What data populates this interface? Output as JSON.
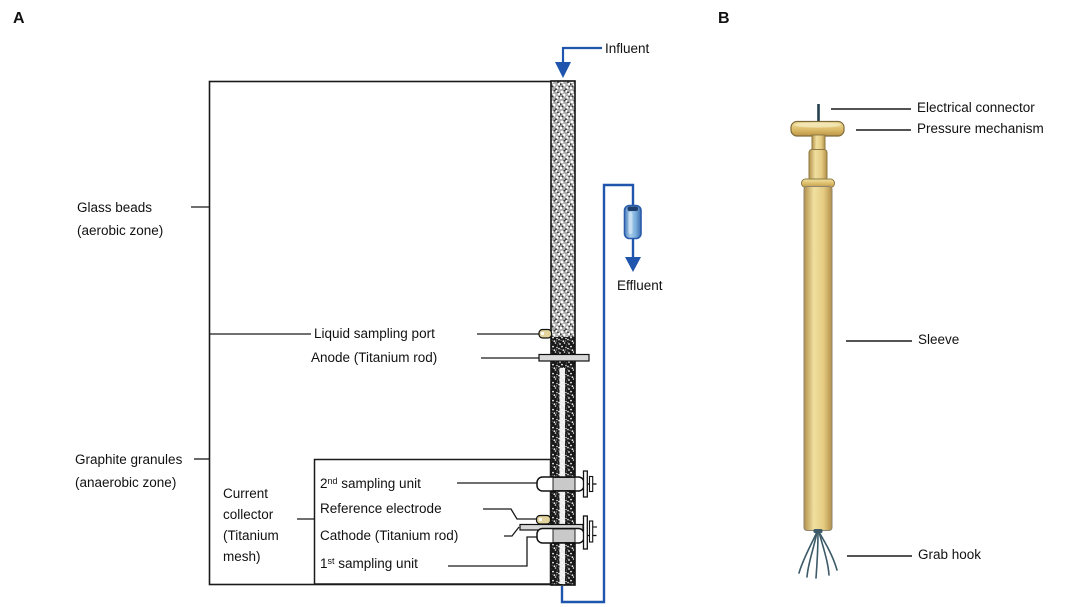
{
  "figure": {
    "panels": {
      "a": {
        "letter": "A",
        "flow": {
          "influent": "Influent",
          "effluent": "Effluent"
        },
        "labels": {
          "glass_beads": {
            "line1": "Glass beads",
            "line2": "(aerobic zone)"
          },
          "graphite_granules": {
            "line1": "Graphite granules",
            "line2": "(anaerobic zone)"
          },
          "liquid_sampling_port": "Liquid sampling port",
          "anode": "Anode (Titanium rod)",
          "current_collector": {
            "line1": "Current",
            "line2": "collector",
            "line3": "(Titanium",
            "line4": "mesh)"
          },
          "sampling_unit_2": {
            "num": "2",
            "sup": "nd",
            "rest": " sampling unit"
          },
          "reference_electrode": "Reference electrode",
          "cathode": "Cathode (Titanium rod)",
          "sampling_unit_1": {
            "num": "1",
            "sup": "st",
            "rest": " sampling unit"
          }
        }
      },
      "b": {
        "letter": "B",
        "labels": {
          "electrical_connector": "Electrical connector",
          "pressure_mechanism": "Pressure mechanism",
          "sleeve": "Sleeve",
          "grab_hook": "Grab hook"
        }
      }
    },
    "colors": {
      "pipe_blue": "#1f55ad",
      "vial_blue": "#6fa8d8",
      "device_tan": "#ddbd6c",
      "hook_gray": "#3c5a68",
      "line_black": "#1a1a1a",
      "rod_gray": "#d8d8d8"
    },
    "icons": {
      "influent_arrow": "down-arrow-icon",
      "effluent_arrow": "down-arrow-icon",
      "sample_vial": "vial-icon",
      "grab_hook": "claw-icon"
    }
  }
}
